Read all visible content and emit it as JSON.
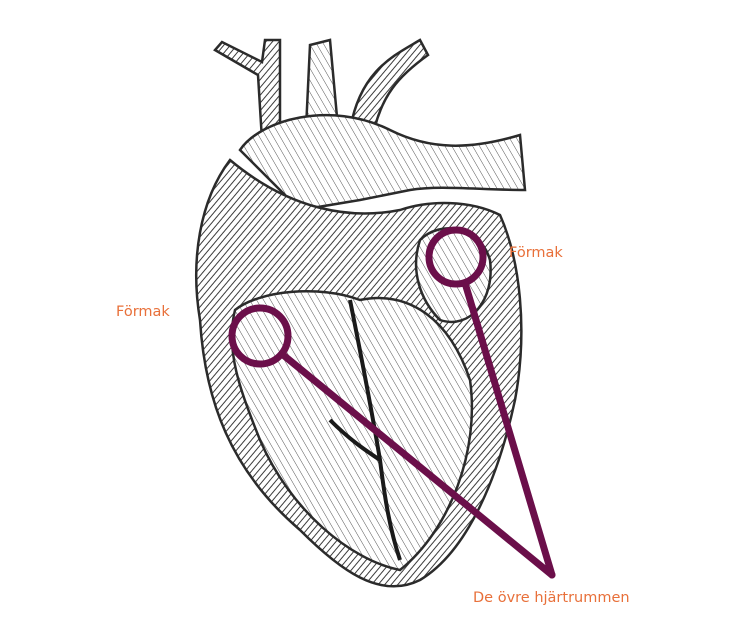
{
  "labels": {
    "atrium_left": "Förmak",
    "atrium_right": "Förmak",
    "caption": "De övre hjärtrummen"
  },
  "colors": {
    "label": "#e8703a",
    "marker": "#6b0f4a",
    "illustration": "#3b3b3b"
  }
}
